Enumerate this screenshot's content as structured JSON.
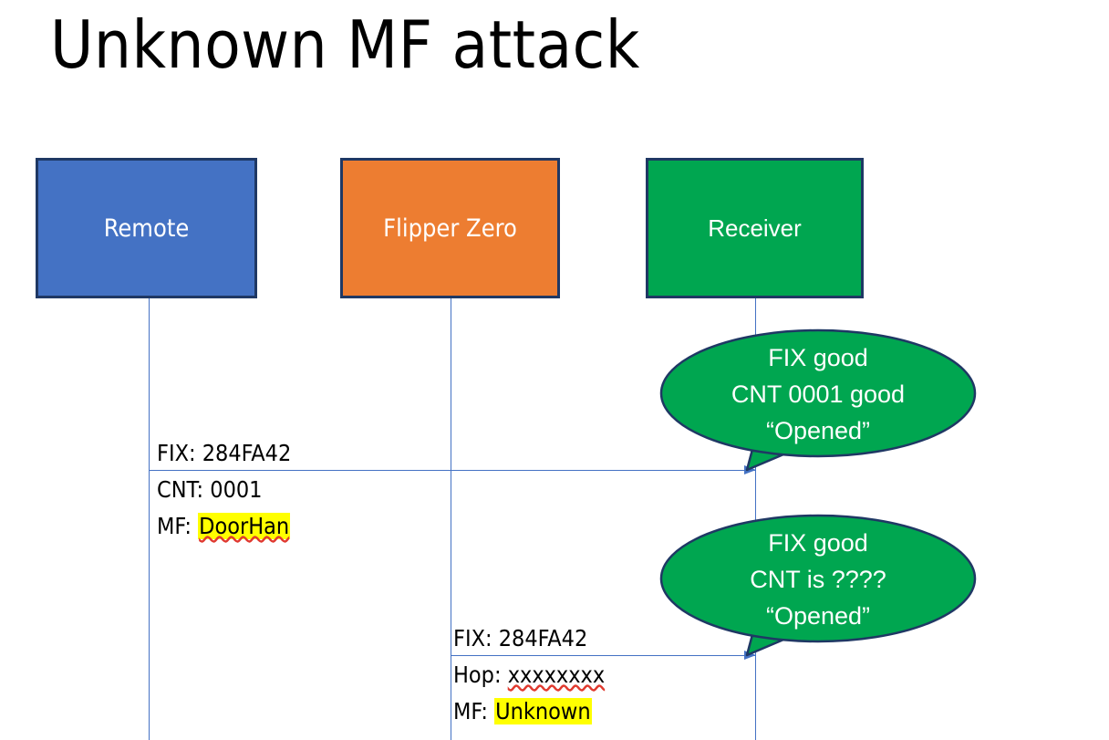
{
  "slide": {
    "title": "Unknown MF attack",
    "background": "#ffffff"
  },
  "colors": {
    "remote_fill": "#4472C4",
    "flipper_fill": "#ED7D31",
    "receiver_fill": "#00A650",
    "box_border": "#1F3864",
    "lifeline": "#4472C4",
    "highlight": "#FFFF00",
    "spellcheck_underline": "#E03A2F",
    "bubble_text": "#FFFFFF",
    "body_text": "#000000"
  },
  "actors": [
    {
      "id": "remote",
      "label": "Remote"
    },
    {
      "id": "flipper",
      "label": "Flipper Zero"
    },
    {
      "id": "receiver",
      "label": "Receiver"
    }
  ],
  "messages": [
    {
      "id": "remote-to-receiver",
      "from": "remote",
      "to": "receiver",
      "lines": [
        {
          "label": "FIX:",
          "value": "284FA42",
          "highlight": false,
          "spellcheck_flagged": false
        },
        {
          "label": "CNT:",
          "value": "0001",
          "highlight": false,
          "spellcheck_flagged": false
        },
        {
          "label": "MF:",
          "value": "DoorHan",
          "highlight": true,
          "spellcheck_flagged": true
        }
      ]
    },
    {
      "id": "flipper-to-receiver",
      "from": "flipper",
      "to": "receiver",
      "lines": [
        {
          "label": "FIX:",
          "value": "284FA42",
          "highlight": false,
          "spellcheck_flagged": false
        },
        {
          "label": "Hop:",
          "value": "xxxxxxxx",
          "highlight": false,
          "spellcheck_flagged": true
        },
        {
          "label": "MF:",
          "value": "Unknown",
          "highlight": true,
          "spellcheck_flagged": false
        }
      ]
    }
  ],
  "bubbles": [
    {
      "id": "first",
      "owner": "receiver",
      "line1": "FIX good",
      "line2": "CNT 0001 good",
      "line3": "“Opened”"
    },
    {
      "id": "second",
      "owner": "receiver",
      "line1": "FIX good",
      "line2": "CNT is ????",
      "line3": "“Opened”"
    }
  ]
}
